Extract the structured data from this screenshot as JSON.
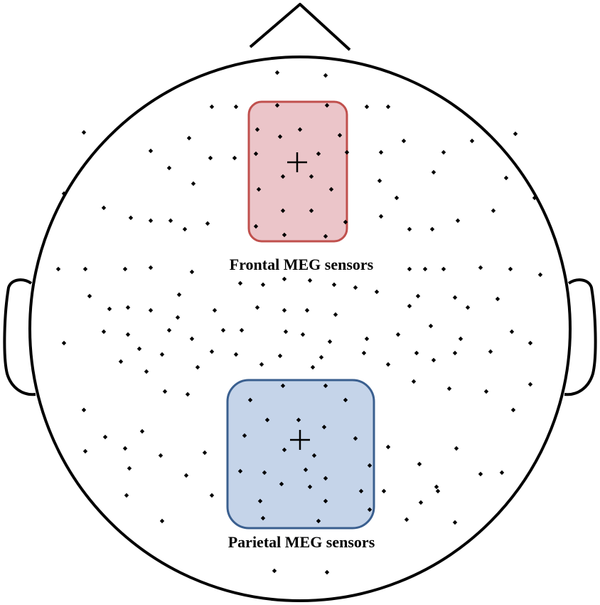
{
  "regions": [
    {
      "id": "frontal",
      "label": "Frontal MEG sensors",
      "fill": "#ebc5c9",
      "stroke": "#c0504d"
    },
    {
      "id": "parietal",
      "label": "Parietal MEG sensors",
      "fill": "#c5d4e9",
      "stroke": "#3a5f8f"
    }
  ],
  "colors": {
    "outline": "#000000",
    "sensor": "#000000",
    "background": "#ffffff"
  },
  "icons": {
    "centroid": "plus-crosshair-icon"
  }
}
